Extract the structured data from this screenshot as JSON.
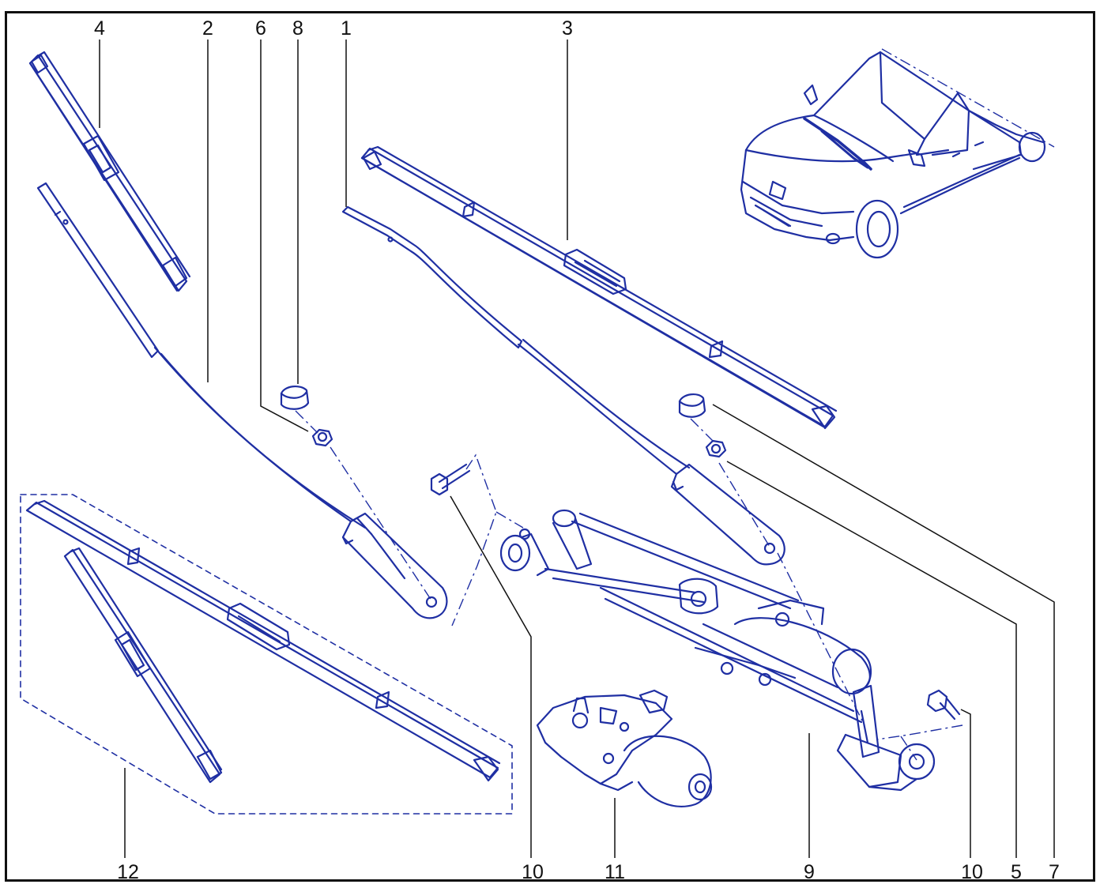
{
  "diagram": {
    "colors": {
      "part_line": "#1f2fa3",
      "frame": "#111111",
      "leader": "#111111",
      "callout_text": "#111111"
    },
    "callouts": {
      "c1": "1",
      "c2": "2",
      "c3": "3",
      "c4": "4",
      "c5": "5",
      "c6": "6",
      "c7": "7",
      "c8": "8",
      "c9": "9",
      "c10a": "10",
      "c10b": "10",
      "c11": "11",
      "c12": "12"
    }
  }
}
